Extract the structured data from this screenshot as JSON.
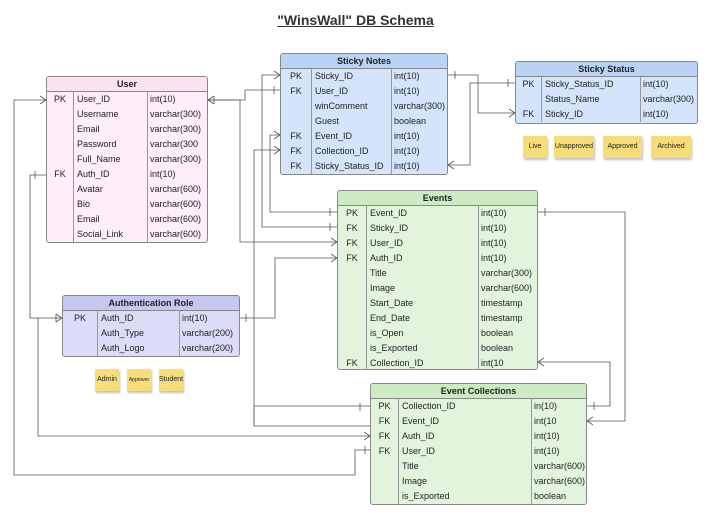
{
  "title": "\"WinsWall\" DB Schema",
  "tables": {
    "user": {
      "name": "User",
      "rows": [
        {
          "key": "PK",
          "field": "User_ID",
          "type": "int(10)"
        },
        {
          "key": "",
          "field": "Username",
          "type": "varchar(300)"
        },
        {
          "key": "",
          "field": "Email",
          "type": "varchar(300)"
        },
        {
          "key": "",
          "field": "Password",
          "type": "varchar(300"
        },
        {
          "key": "",
          "field": "Full_Name",
          "type": "varchar(300)"
        },
        {
          "key": "FK",
          "field": "Auth_ID",
          "type": "int(10)"
        },
        {
          "key": "",
          "field": "Avatar",
          "type": "varchar(600)"
        },
        {
          "key": "",
          "field": "Bio",
          "type": "varchar(600)"
        },
        {
          "key": "",
          "field": "Email",
          "type": "varchar(600)"
        },
        {
          "key": "",
          "field": "Social_Link",
          "type": "varchar(600)"
        }
      ]
    },
    "sticky_notes": {
      "name": "Sticky Notes",
      "rows": [
        {
          "key": "PK",
          "field": "Sticky_ID",
          "type": "int(10)"
        },
        {
          "key": "FK",
          "field": "User_ID",
          "type": "int(10)"
        },
        {
          "key": "",
          "field": "winComment",
          "type": "varchar(300)"
        },
        {
          "key": "",
          "field": "Guest",
          "type": "boolean"
        },
        {
          "key": "FK",
          "field": "Event_ID",
          "type": "int(10)"
        },
        {
          "key": "FK",
          "field": "Collection_ID",
          "type": "int(10)"
        },
        {
          "key": "FK",
          "field": "Sticky_Status_ID",
          "type": "int(10)"
        }
      ]
    },
    "sticky_status": {
      "name": "Sticky Status",
      "rows": [
        {
          "key": "PK",
          "field": "Sticky_Status_ID",
          "type": "int(10)"
        },
        {
          "key": "",
          "field": "Status_Name",
          "type": "varchar(300)"
        },
        {
          "key": "FK",
          "field": "Sticky_ID",
          "type": "int(10)"
        }
      ]
    },
    "events": {
      "name": "Events",
      "rows": [
        {
          "key": "PK",
          "field": "Event_ID",
          "type": "int(10)"
        },
        {
          "key": "FK",
          "field": "Sticky_ID",
          "type": "int(10)"
        },
        {
          "key": "FK",
          "field": "User_ID",
          "type": "int(10)"
        },
        {
          "key": "FK",
          "field": "Auth_ID",
          "type": "int(10)"
        },
        {
          "key": "",
          "field": "Title",
          "type": "varchar(300)"
        },
        {
          "key": "",
          "field": "Image",
          "type": "varchar(600)"
        },
        {
          "key": "",
          "field": "Start_Date",
          "type": "timestamp"
        },
        {
          "key": "",
          "field": "End_Date",
          "type": "timestamp"
        },
        {
          "key": "",
          "field": "is_Open",
          "type": "boolean"
        },
        {
          "key": "",
          "field": "is_Exported",
          "type": "boolean"
        },
        {
          "key": "FK",
          "field": "Collection_ID",
          "type": "int(10"
        }
      ]
    },
    "auth_role": {
      "name": "Authentication Role",
      "rows": [
        {
          "key": "PK",
          "field": "Auth_ID",
          "type": "int(10)"
        },
        {
          "key": "",
          "field": "Auth_Type",
          "type": "varchar(200)"
        },
        {
          "key": "",
          "field": "Auth_Logo",
          "type": "varchar(200)"
        }
      ]
    },
    "event_collections": {
      "name": "Event Collections",
      "rows": [
        {
          "key": "PK",
          "field": "Collection_ID",
          "type": "in(10)"
        },
        {
          "key": "FK",
          "field": "Event_ID",
          "type": "int(10"
        },
        {
          "key": "FK",
          "field": "Auth_ID",
          "type": "int(10)"
        },
        {
          "key": "FK",
          "field": "User_ID",
          "type": "int(10)"
        },
        {
          "key": "",
          "field": "Title",
          "type": "varchar(600)"
        },
        {
          "key": "",
          "field": "Image",
          "type": "varchar(600)"
        },
        {
          "key": "",
          "field": "is_Exported",
          "type": "boolean"
        }
      ]
    }
  },
  "status_notes": [
    "Live",
    "Unapproved",
    "Approved",
    "Archived"
  ],
  "role_notes": [
    "Admin",
    "Approver",
    "Student"
  ],
  "colors": {
    "user": "#fdeef8",
    "user_header": "#fbe2f2",
    "sticky_notes": "#d3e4fb",
    "sticky_notes_header": "#b9d3f6",
    "sticky_status": "#d3e4fb",
    "sticky_status_header": "#b9d3f6",
    "events": "#e2f5dc",
    "events_header": "#cdebc3",
    "auth_role": "#dcdcf8",
    "auth_role_header": "#c6c6f1",
    "event_collections": "#e2f5dc",
    "event_collections_header": "#cdebc3",
    "sticky_note": "#f7dc7a",
    "line": "#555555"
  }
}
